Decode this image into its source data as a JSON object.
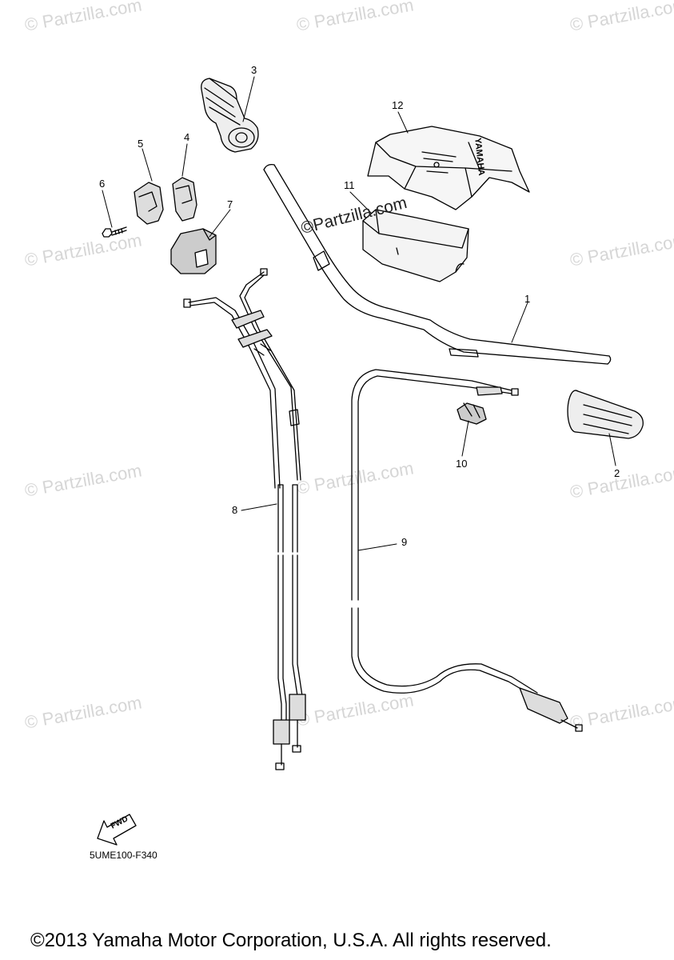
{
  "watermark_text": "© Partzilla.com",
  "center_watermark": "©Partzilla.com",
  "callouts": [
    {
      "n": "1"
    },
    {
      "n": "2"
    },
    {
      "n": "3"
    },
    {
      "n": "4"
    },
    {
      "n": "5"
    },
    {
      "n": "6"
    },
    {
      "n": "7"
    },
    {
      "n": "8"
    },
    {
      "n": "9"
    },
    {
      "n": "10"
    },
    {
      "n": "11"
    },
    {
      "n": "12"
    }
  ],
  "pad_brand_text": "YAMAHA",
  "fwd_label": "FWD",
  "diagram_code": "5UME100-F340",
  "copyright": "©2013 Yamaha Motor Corporation, U.S.A. All rights reserved."
}
